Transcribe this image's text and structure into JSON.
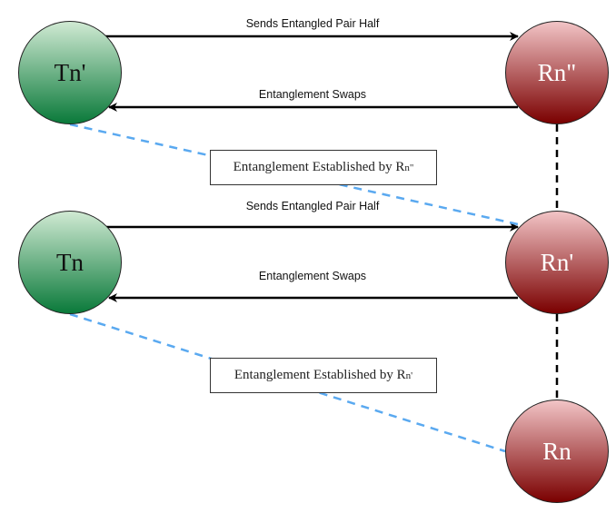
{
  "nodes": {
    "tn_prime": {
      "base": "T",
      "sub": "n'"
    },
    "rn_dprime": {
      "base": "R",
      "sub": "n\""
    },
    "tn": {
      "base": "T",
      "sub": "n"
    },
    "rn_prime": {
      "base": "R",
      "sub": "n'"
    },
    "rn": {
      "base": "R",
      "sub": "n"
    }
  },
  "edges": {
    "top_send": "Sends Entangled Pair Half",
    "top_swap": "Entanglement Swaps",
    "mid_send": "Sends Entangled Pair Half",
    "mid_swap": "Entanglement Swaps"
  },
  "boxes": {
    "upper": {
      "text": "Entanglement Established by R",
      "sub": "n\""
    },
    "lower": {
      "text": "Entanglement Established by R",
      "sub": "n'"
    }
  },
  "colors": {
    "transmitter": "#0a7a3a",
    "repeater": "#7a0000",
    "entanglement_link": "#5aa9f0"
  }
}
